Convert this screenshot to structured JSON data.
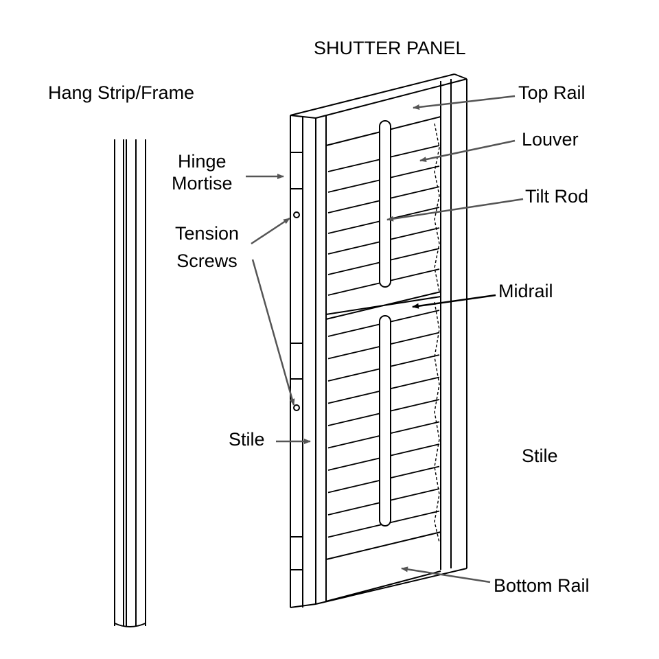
{
  "title": "SHUTTER PANEL",
  "labels": {
    "hang_strip": "Hang Strip/Frame",
    "hinge_mortise_line1": "Hinge",
    "hinge_mortise_line2": "Mortise",
    "tension_screws_line1": "Tension",
    "tension_screws_line2": "Screws",
    "stile_left": "Stile",
    "stile_right": "Stile",
    "top_rail": "Top Rail",
    "louver": "Louver",
    "tilt_rod": "Tilt Rod",
    "midrail": "Midrail",
    "bottom_rail": "Bottom Rail"
  },
  "colors": {
    "line": "#000000",
    "arrow": "#555555",
    "background": "#ffffff"
  }
}
